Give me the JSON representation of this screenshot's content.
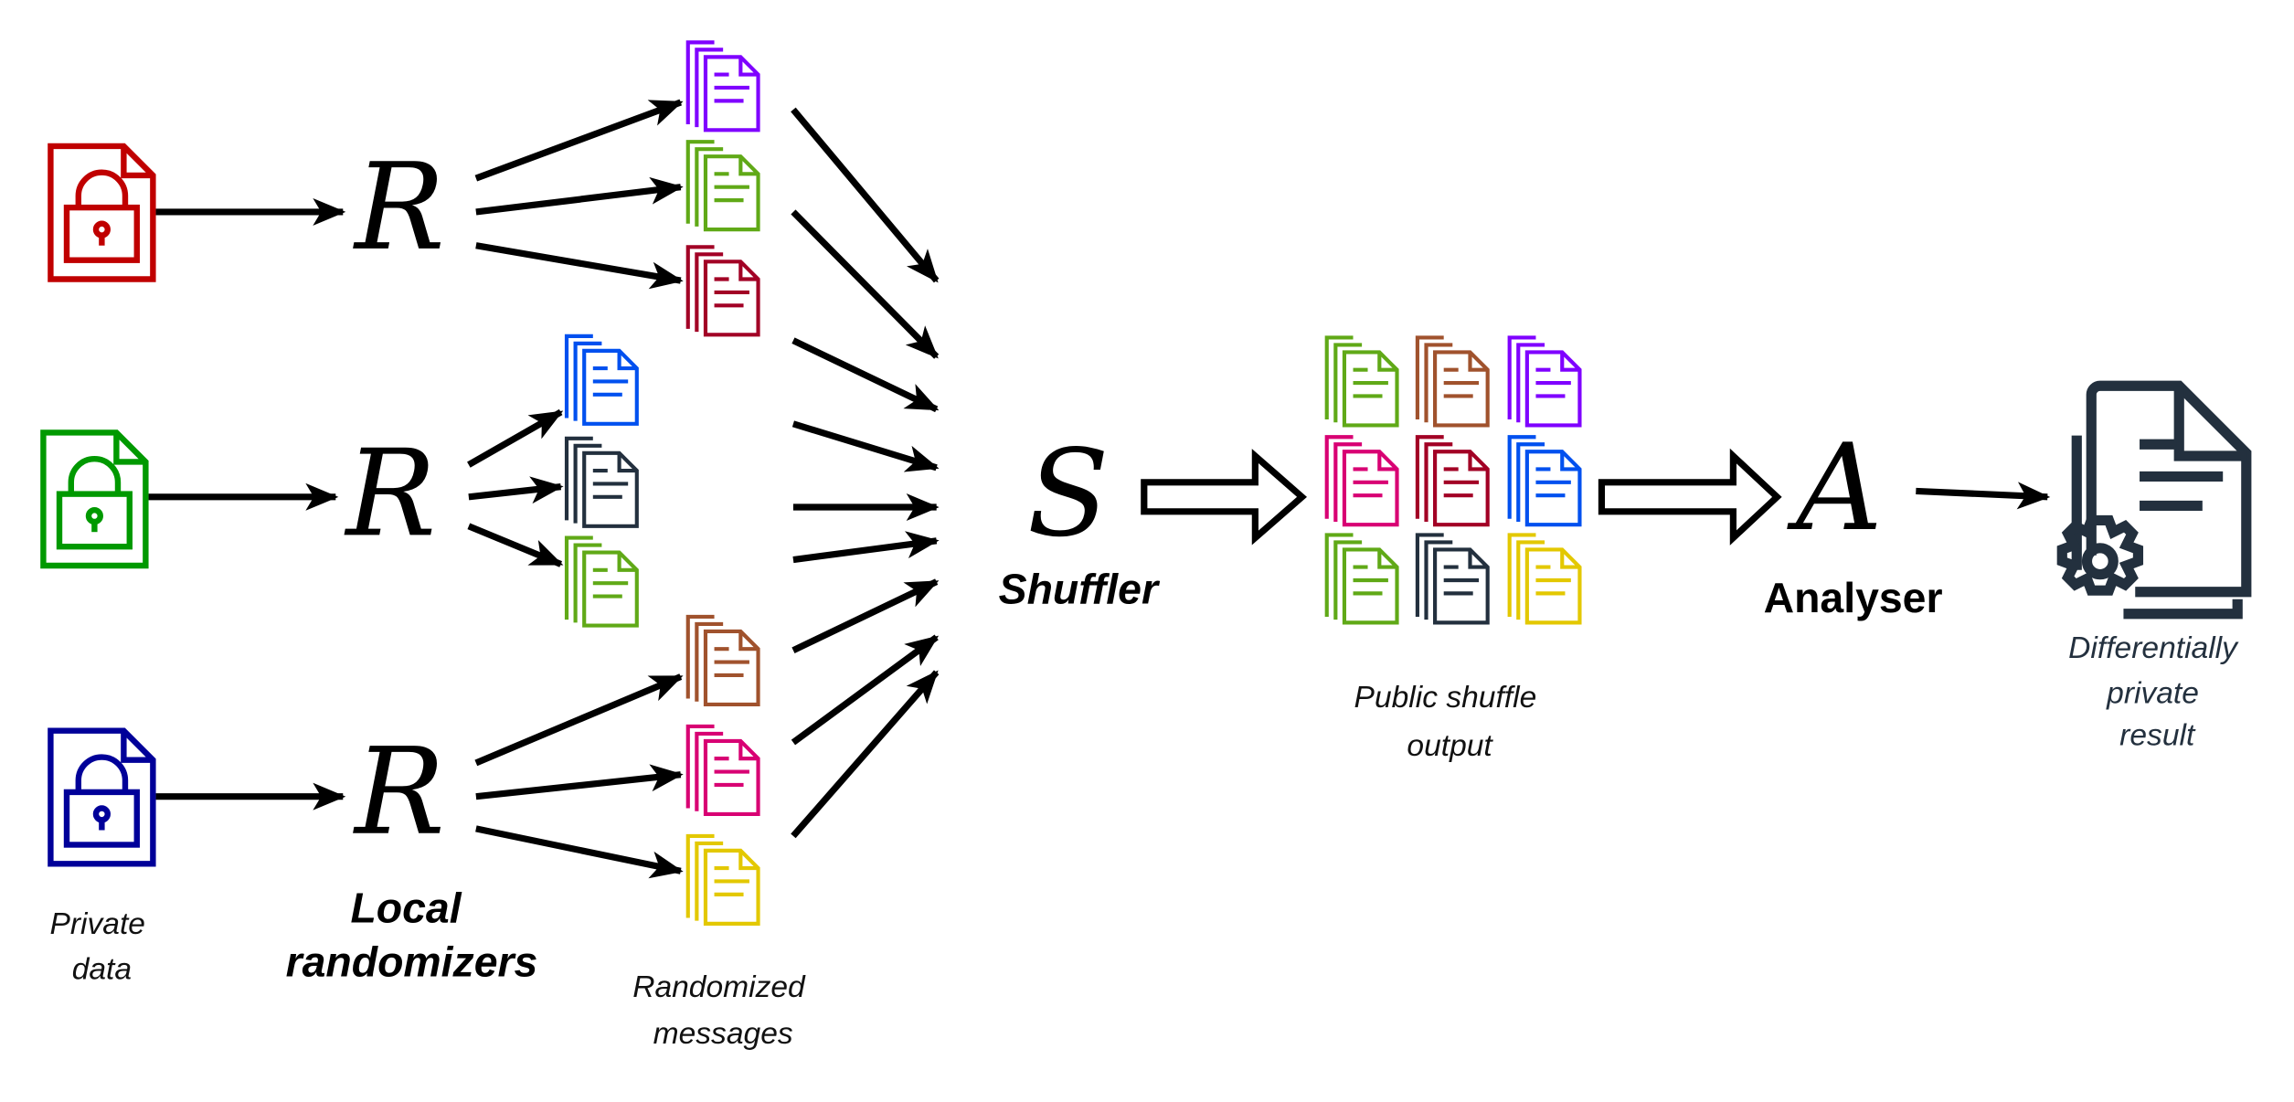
{
  "labels": {
    "private_data": [
      "Private",
      "data"
    ],
    "local_randomizers": [
      "Local",
      "randomizers"
    ],
    "randomized_messages": [
      "Randomized",
      "messages"
    ],
    "shuffler": "Shuffler",
    "public_shuffle_output": [
      "Public shuffle",
      "output"
    ],
    "analyser": "Analyser",
    "result": [
      "Differentially",
      "private",
      "result"
    ]
  },
  "symbols": {
    "randomizer": "R",
    "shuffler": "S",
    "analyser": "A"
  },
  "private_files": [
    {
      "color": "#c00000",
      "icon": "locked-file-icon"
    },
    {
      "color": "#009900",
      "icon": "locked-file-icon"
    },
    {
      "color": "#000099",
      "icon": "locked-file-icon"
    }
  ],
  "randomized_messages": [
    [
      "#7f00ff",
      "#60a917",
      "#a20025"
    ],
    [
      "#0050ef",
      "#23303e",
      "#60a917"
    ],
    [
      "#a0522d",
      "#d80073",
      "#e3c800"
    ]
  ],
  "shuffled_output": [
    [
      "#60a917",
      "#a0522d",
      "#7f00ff"
    ],
    [
      "#d80073",
      "#a20025",
      "#0050ef"
    ],
    [
      "#60a917",
      "#23303e",
      "#e3c800"
    ]
  ],
  "result_icon": {
    "name": "document-gear-icon",
    "color": "#23303e"
  }
}
